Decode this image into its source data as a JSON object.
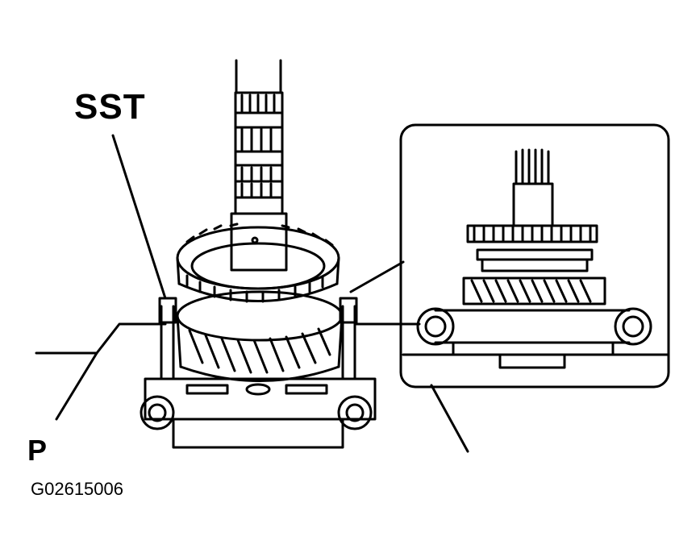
{
  "labels": {
    "sst": "SST",
    "p": "P",
    "figure_code": "G02615006"
  },
  "colors": {
    "ink": "#000000",
    "paper": "#ffffff"
  }
}
